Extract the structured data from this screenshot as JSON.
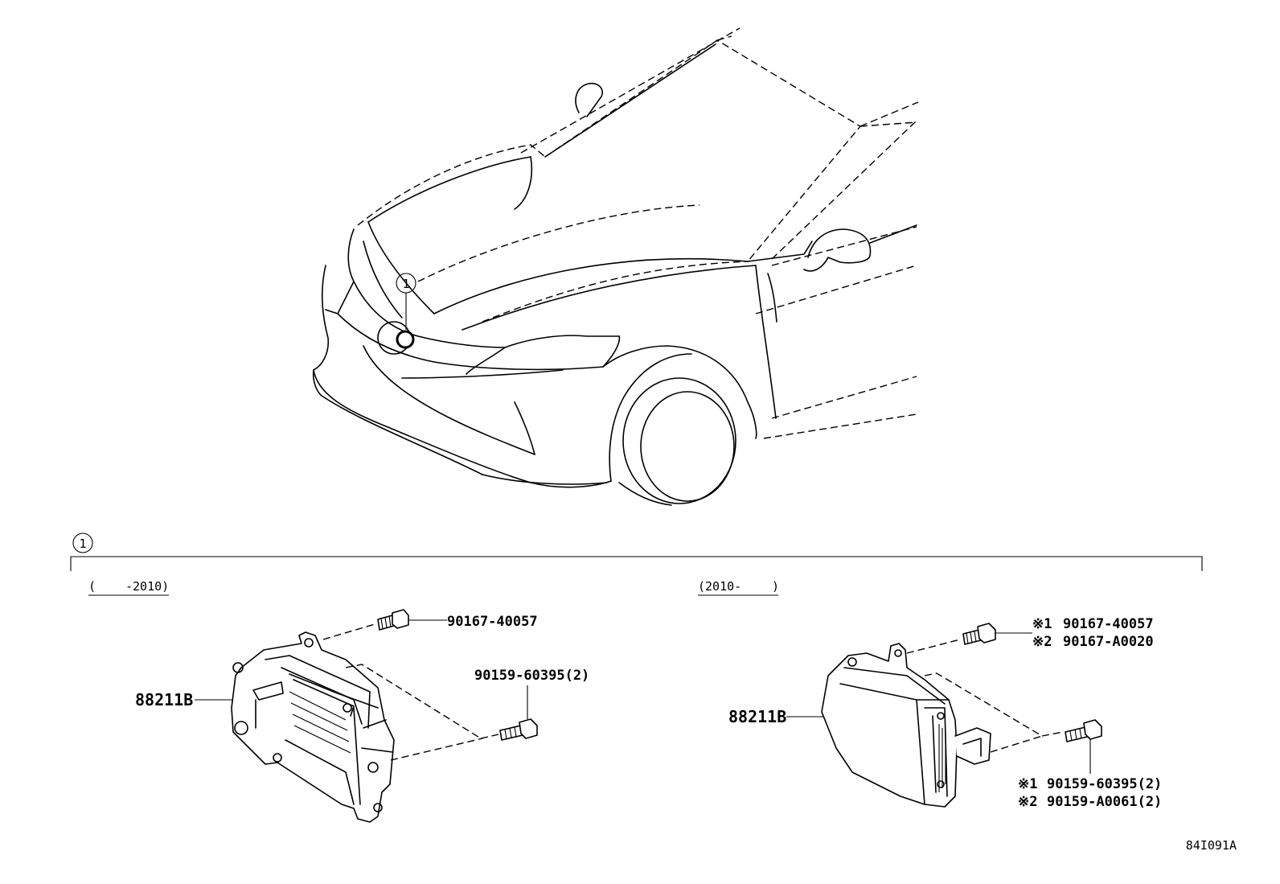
{
  "diagram": {
    "callout_number": "1",
    "section_number": "1",
    "left_panel": {
      "period_open": "(",
      "period_value": "-2010)",
      "module_part": "88211B",
      "bolt_part": "90167-40057",
      "screw_part": "90159-60395(2)"
    },
    "right_panel": {
      "period_value": "(2010-",
      "period_close": ")",
      "module_part": "88211B",
      "bolt_mark_1": "※1",
      "bolt_part_1": "90167-40057",
      "bolt_mark_2": "※2",
      "bolt_part_2": "90167-A0020",
      "screw_mark_1": "※1",
      "screw_part_1": "90159-60395(2)",
      "screw_mark_2": "※2",
      "screw_part_2": "90159-A0061(2)"
    },
    "figure_code": "84I091A"
  }
}
